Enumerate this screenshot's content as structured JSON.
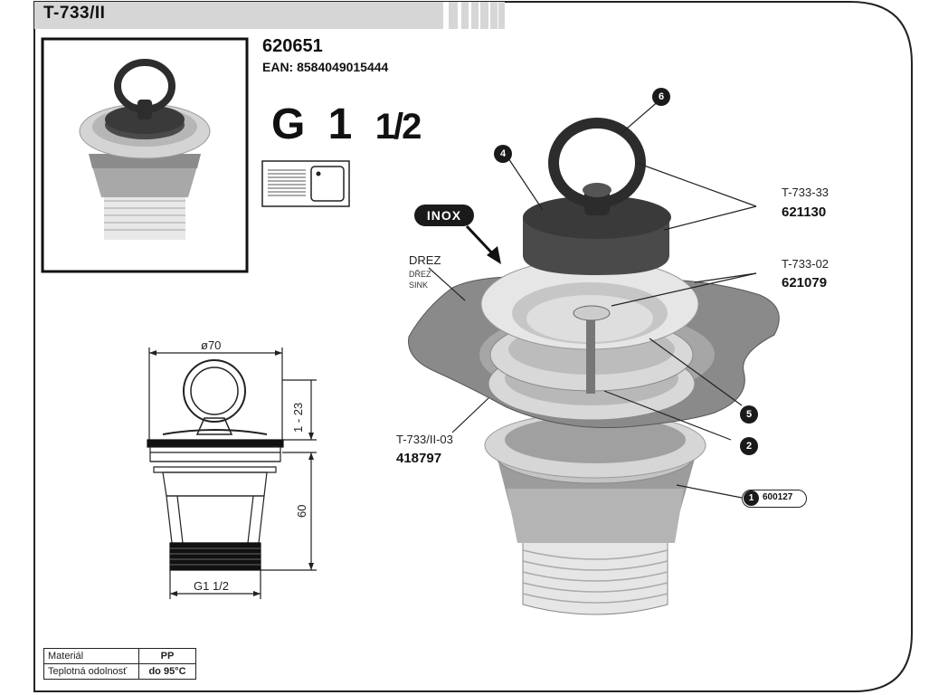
{
  "header": {
    "title": "T-733/II"
  },
  "product": {
    "code": "620651",
    "ean": "EAN: 8584049015444",
    "thread_main": "G 1",
    "thread_frac": "1/2"
  },
  "dimensions": {
    "diameter": "ø70",
    "height_top": "1 - 23",
    "height_body": "60",
    "thread": "G1 1/2"
  },
  "callouts": {
    "inox": "INOX",
    "sink_label": "DREZ",
    "sink_label_cz": "DŘEZ",
    "sink_label_en": "SINK",
    "part_a_code": "T-733-33",
    "part_a_number": "621130",
    "part_b_code": "T-733-02",
    "part_b_number": "621079",
    "part_c_code": "T-733/II-03",
    "part_c_number": "418797",
    "pill_number": "1",
    "pill_code": "600127",
    "badges": [
      "6",
      "4",
      "5",
      "2"
    ]
  },
  "spec_table": [
    {
      "key": "Materiál",
      "value": "PP"
    },
    {
      "key": "Teplotná odolnosť",
      "value": "do 95°C"
    }
  ],
  "colors": {
    "dark": "#1a1a1a",
    "mid_gray": "#8a8a8a",
    "light_gray": "#cfcfcf",
    "header_bg": "#d6d6d6"
  }
}
